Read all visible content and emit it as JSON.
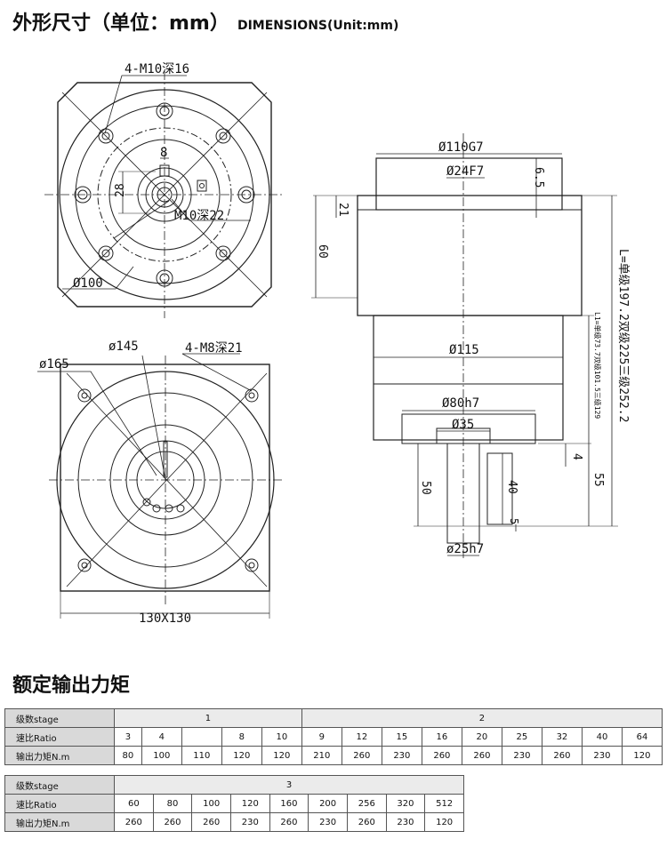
{
  "header": {
    "title_cn": "外形尺寸（单位：mm）",
    "title_en": "DIMENSIONS(Unit:mm)"
  },
  "drawing": {
    "top_view": {
      "holes": "4-M10深16",
      "key_width": "8",
      "shaft_height": "28",
      "center_thread": "M10深22",
      "pcd": "Ø100"
    },
    "bottom_view": {
      "outer": "ø165",
      "pcd": "ø145",
      "holes": "4-M8深21",
      "square": "130X130"
    },
    "side_view": {
      "d_pilot": "Ø110G7",
      "d_bore": "Ø24F7",
      "depth_65": "6.5",
      "h_21": "21",
      "h_60": "60",
      "d_body": "Ø115",
      "d_flange": "Ø80h7",
      "d_boss": "Ø35",
      "d_shaft": "ø25h7",
      "h_4": "4",
      "h_50": "50",
      "h_40": "40",
      "h_5": "5",
      "h_55": "55",
      "length_L": "L=单级197.2双级225三级252.2",
      "length_L1": "L1=单级73.7双级101.5三级129"
    }
  },
  "section": {
    "title": "额定输出力矩"
  },
  "table1": {
    "row_stage_label": "级数stage",
    "row_ratio_label": "速比Ratio",
    "row_torque_label": "输出力矩N.m",
    "stage_1": "1",
    "stage_2": "2",
    "ratios": [
      "3",
      "4",
      "",
      "8",
      "10",
      "9",
      "12",
      "15",
      "16",
      "20",
      "25",
      "32",
      "40",
      "64"
    ],
    "torques": [
      "80",
      "100",
      "110",
      "120",
      "120",
      "210",
      "260",
      "230",
      "260",
      "260",
      "230",
      "260",
      "230",
      "120"
    ]
  },
  "table2": {
    "row_stage_label": "级数stage",
    "row_ratio_label": "速比Ratio",
    "row_torque_label": "输出力矩N.m",
    "stage_3": "3",
    "ratios": [
      "60",
      "80",
      "100",
      "120",
      "160",
      "200",
      "256",
      "320",
      "512"
    ],
    "torques": [
      "260",
      "260",
      "260",
      "230",
      "260",
      "230",
      "260",
      "230",
      "120"
    ]
  }
}
